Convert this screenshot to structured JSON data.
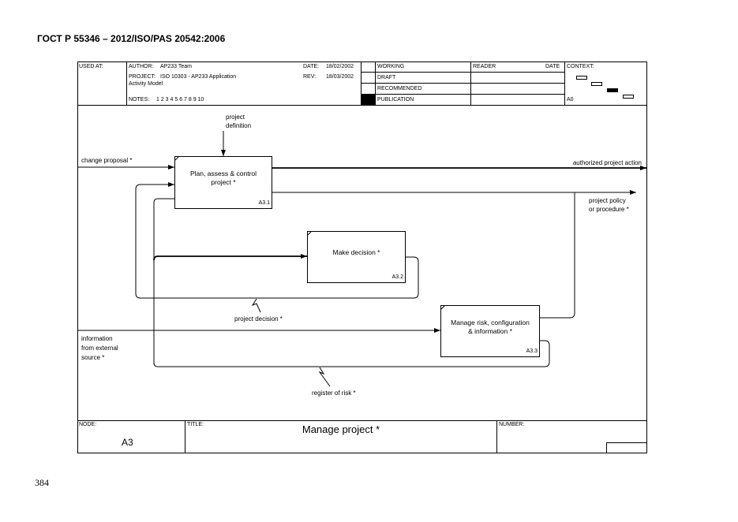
{
  "document": {
    "title": "ГОСТ Р 55346 – 2012/ISO/PAS 20542:2006",
    "page_number": "384"
  },
  "header": {
    "used_at_label": "USED AT:",
    "author_label": "AUTHOR:",
    "author_value": "AP233 Team",
    "project_label": "PROJECT:",
    "project_value_line1": "ISO 10303 - AP233 Application",
    "project_value_line2": "Activity Model",
    "notes_label": "NOTES:",
    "notes_value": "1 2 3 4 5 6 7 8 9 10",
    "date_label": "DATE:",
    "date_value": "18/02/2002",
    "rev_label": "REV:",
    "rev_value": "18/03/2002",
    "status": [
      "WORKING",
      "DRAFT",
      "RECOMMENDED",
      "PUBLICATION"
    ],
    "reader_label": "READER",
    "reader_date_label": "DATE",
    "context_label": "CONTEXT:",
    "context_node": "A0"
  },
  "activities": [
    {
      "label_line1": "Plan, assess & control",
      "label_line2": "project *",
      "node": "A3.1"
    },
    {
      "label_line1": "Make decision *",
      "label_line2": "",
      "node": "A3.2"
    },
    {
      "label_line1": "Manage risk, configuration",
      "label_line2": "& information *",
      "node": "A3.3"
    }
  ],
  "arrow_labels": {
    "project_definition_line1": "project",
    "project_definition_line2": "definition",
    "change_proposal": "change proposal *",
    "authorized_project_action": "authorized project action",
    "project_policy_line1": "project policy",
    "project_policy_line2": "or procedure *",
    "project_decision": "project decision *",
    "information_line1": "information",
    "information_line2": "from external",
    "information_line3": "source *",
    "register_of_risk": "register of risk *"
  },
  "footer": {
    "node_label": "NODE:",
    "node_value": "A3",
    "title_label": "TITLE:",
    "title_value": "Manage project *",
    "number_label": "NUMBER:"
  }
}
